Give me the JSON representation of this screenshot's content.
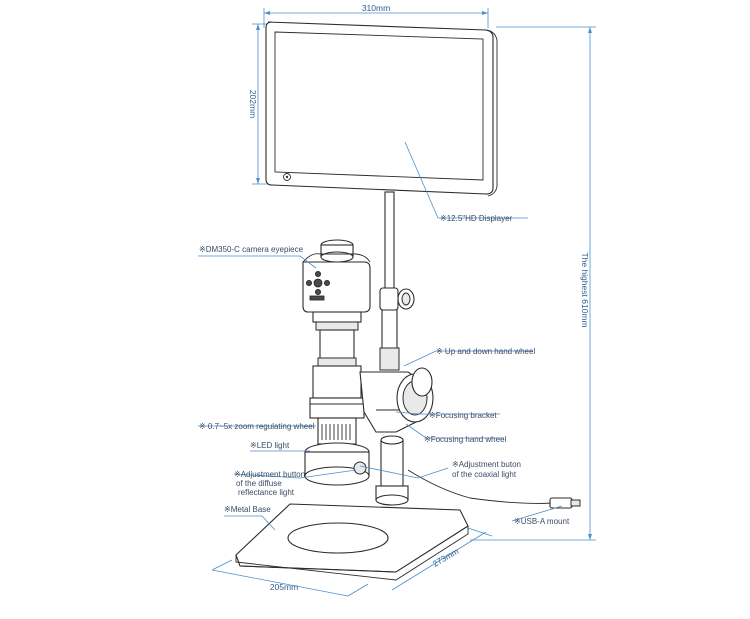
{
  "dimensions": {
    "monitor_width": "310mm",
    "monitor_height": "202mm",
    "overall_height": "The highest 610mm",
    "base_width": "205mm",
    "base_depth": "273mm"
  },
  "labels": {
    "displayer": "※12.5\"HD Displayer",
    "camera": "※DM350-C camera eyepiece",
    "up_down_wheel": "※ Up and down hand wheel",
    "focusing_bracket": "※Focusing bracket",
    "zoom_wheel": "※ 0.7~5x  zoom regulating wheel",
    "focusing_wheel": "※Focusing hand wheel",
    "led": "※LED light",
    "coaxial_1": "※Adjustment buton",
    "coaxial_2": "of the coaxial light",
    "diffuse_1": "※Adjustment button",
    "diffuse_2": "of the diffuse",
    "diffuse_3": "reflectance light",
    "metal_base": "※Metal Base",
    "usb": "※USB-A mount"
  },
  "colors": {
    "dimension_line": "#4a8fd0",
    "outline": "#2b2b2b"
  }
}
